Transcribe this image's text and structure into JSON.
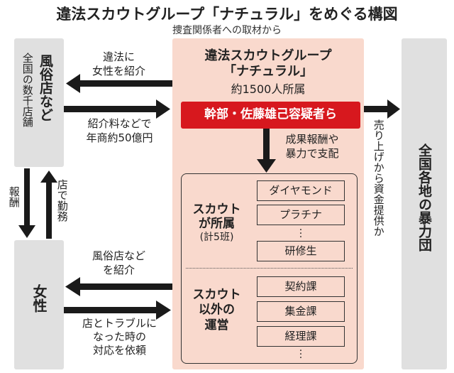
{
  "title": "違法スカウトグループ「ナチュラル」をめぐる構図",
  "subtitle": "捜査関係者への取材から",
  "shops": {
    "name": "風俗店など",
    "detail": "全国の数千店舗"
  },
  "women": {
    "name": "女性"
  },
  "gangs": {
    "name": "全国各地の暴力団"
  },
  "group": {
    "name": "違法スカウトグループ",
    "name2": "「ナチュラル」",
    "members": "約1500人所属",
    "leaders": "幹部・佐藤雄己容疑者ら"
  },
  "flows": {
    "to_shops_1": "違法に",
    "to_shops_2": "女性を紹介",
    "from_shops_1": "紹介料などで",
    "from_shops_2": "年商約50億円",
    "control_1": "成果報酬や",
    "control_2": "暴力で支配",
    "to_gangs": "売り上げから資金提供か",
    "reward": "報酬",
    "work": "店で勤務",
    "to_women_1": "風俗店など",
    "to_women_2": "を紹介",
    "from_women_1": "店とトラブルに",
    "from_women_2": "なった時の",
    "from_women_3": "対応を依頼"
  },
  "scouts": {
    "label_1": "スカウト",
    "label_2": "が所属",
    "label_3": "(計5班)",
    "teams": [
      "ダイヤモンド",
      "プラチナ",
      "研修生"
    ]
  },
  "ops": {
    "label_1": "スカウト",
    "label_2": "以外の",
    "label_3": "運営",
    "sections": [
      "契約課",
      "集金課",
      "経理課"
    ]
  },
  "colors": {
    "pink": "#f9d9cd",
    "red": "#d7181e",
    "gray": "#e0e0e0"
  }
}
